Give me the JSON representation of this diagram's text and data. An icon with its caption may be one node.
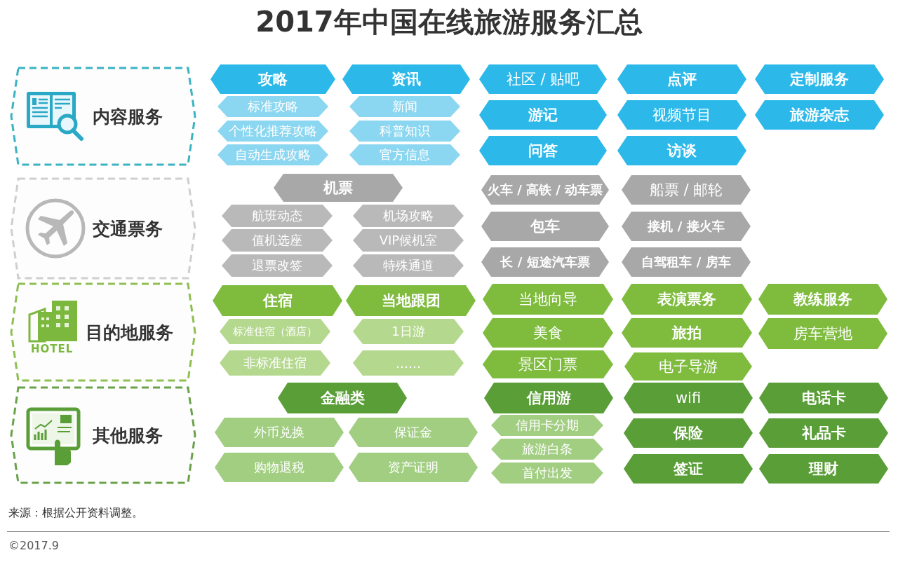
{
  "diagram": {
    "title": "2017年中国在线旅游服务汇总",
    "nodes": [
      {
        "text": [
          "内容服务"
        ]
      },
      {
        "text": [
          "交通票务"
        ]
      },
      {
        "text": [
          "目的地服务"
        ]
      },
      {
        "text": [
          "其他服务"
        ]
      },
      {
        "text": [
          "攻略"
        ]
      },
      {
        "text": [
          "标准攻略"
        ]
      },
      {
        "text": [
          "个性化推荐攻略"
        ]
      },
      {
        "text": [
          "自动生成攻略"
        ]
      },
      {
        "text": [
          "资讯"
        ]
      },
      {
        "text": [
          "新闻"
        ]
      },
      {
        "text": [
          "科普知识"
        ]
      },
      {
        "text": [
          "官方信息"
        ]
      },
      {
        "text": [
          "社区 / 贴吧"
        ]
      },
      {
        "text": [
          "游记"
        ]
      },
      {
        "text": [
          "问答"
        ]
      },
      {
        "text": [
          "点评"
        ]
      },
      {
        "text": [
          "视频节目"
        ]
      },
      {
        "text": [
          "访谈"
        ]
      },
      {
        "text": [
          "定制服务"
        ]
      },
      {
        "text": [
          "旅游杂志"
        ]
      },
      {
        "text": [
          "机票"
        ]
      },
      {
        "text": [
          "航班动态"
        ]
      },
      {
        "text": [
          "值机选座"
        ]
      },
      {
        "text": [
          "退票改签"
        ]
      },
      {
        "text": [
          "机场攻略"
        ]
      },
      {
        "text": [
          "VIP候机室"
        ]
      },
      {
        "text": [
          "特殊通道"
        ]
      },
      {
        "text": [
          "火车 / 高铁 / 动车票"
        ]
      },
      {
        "text": [
          "包车"
        ]
      },
      {
        "text": [
          "长 / 短途汽车票"
        ]
      },
      {
        "text": [
          "船票 / 邮轮"
        ]
      },
      {
        "text": [
          "接机 / 接火车"
        ]
      },
      {
        "text": [
          "自驾租车 / 房车"
        ]
      },
      {
        "text": [
          "住宿"
        ]
      },
      {
        "text": [
          "标准住宿（酒店）"
        ]
      },
      {
        "text": [
          "非标准住宿"
        ]
      },
      {
        "text": [
          "当地跟团"
        ]
      },
      {
        "text": [
          "1日游"
        ]
      },
      {
        "text": [
          "……"
        ]
      },
      {
        "text": [
          "当地向导"
        ]
      },
      {
        "text": [
          "美食"
        ]
      },
      {
        "text": [
          "景区门票"
        ]
      },
      {
        "text": [
          "表演票务"
        ]
      },
      {
        "text": [
          "旅拍"
        ]
      },
      {
        "text": [
          "电子导游"
        ]
      },
      {
        "text": [
          "教练服务"
        ]
      },
      {
        "text": [
          "房车营地"
        ]
      },
      {
        "text": [
          "金融类"
        ]
      },
      {
        "text": [
          "外币兑换"
        ]
      },
      {
        "text": [
          "购物退税"
        ]
      },
      {
        "text": [
          "保证金"
        ]
      },
      {
        "text": [
          "资产证明"
        ]
      },
      {
        "text": [
          "信用游"
        ]
      },
      {
        "text": [
          "信用卡分期"
        ]
      },
      {
        "text": [
          "旅游白条"
        ]
      },
      {
        "text": [
          "首付出发"
        ]
      },
      {
        "text": [
          "wifi"
        ]
      },
      {
        "text": [
          "保险"
        ]
      },
      {
        "text": [
          "签证"
        ]
      },
      {
        "text": [
          "电话卡"
        ]
      },
      {
        "text": [
          "礼品卡"
        ]
      },
      {
        "text": [
          "理财"
        ]
      }
    ],
    "labels": [
      "HOTEL",
      "来源：根据公开资料调整。",
      "©2017.9"
    ]
  }
}
